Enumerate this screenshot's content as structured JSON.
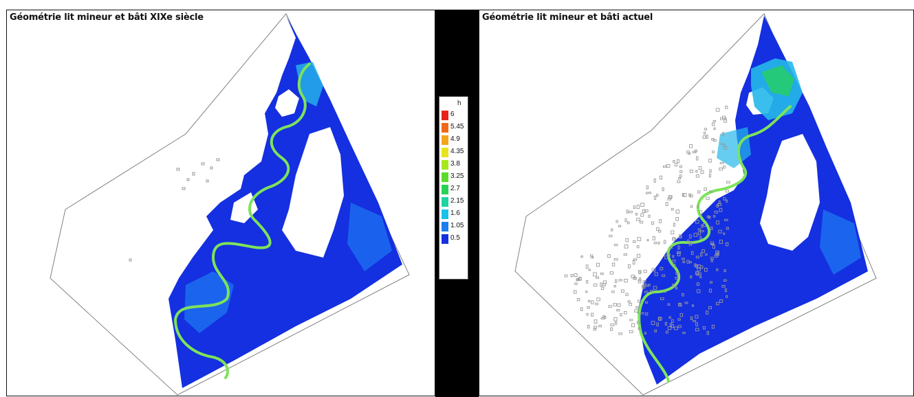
{
  "left_panel": {
    "title": "Géométrie lit mineur et bâti XIXe siècle"
  },
  "right_panel": {
    "title": "Géométrie lit mineur et bâti actuel"
  },
  "legend": {
    "title": "h",
    "entries": [
      {
        "label": "6",
        "color": "#e8231b"
      },
      {
        "label": "5.45",
        "color": "#f06a1a"
      },
      {
        "label": "4.9",
        "color": "#f4a51c"
      },
      {
        "label": "4.35",
        "color": "#e9e31c"
      },
      {
        "label": "3.8",
        "color": "#a6e81c"
      },
      {
        "label": "3.25",
        "color": "#5bdc2a"
      },
      {
        "label": "2.7",
        "color": "#27d354"
      },
      {
        "label": "2.15",
        "color": "#1fd4a0"
      },
      {
        "label": "1.6",
        "color": "#1bc2e8"
      },
      {
        "label": "1.05",
        "color": "#1c7ff0"
      },
      {
        "label": "0.5",
        "color": "#1430e0"
      }
    ]
  },
  "colors": {
    "deep_blue": "#1430e0",
    "mid_blue": "#1c6ff0",
    "cyan": "#25b8ea",
    "river_line": "#7de35a",
    "outline": "#808080",
    "building": "#9a9a9a"
  }
}
